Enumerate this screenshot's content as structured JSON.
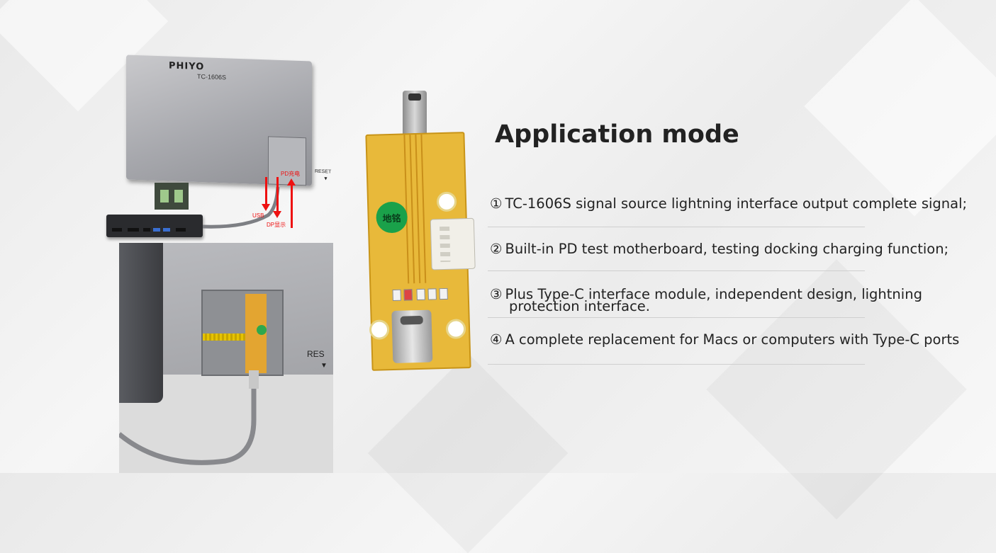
{
  "device": {
    "brand": "PHIYO",
    "model": "TC-1606S",
    "reset_label": "RESET",
    "reset_label_closeup": "RES",
    "red_label_charge": "PD充电",
    "red_label_usb": "USB",
    "red_label_dp": "DP显示"
  },
  "pcb": {
    "stamp_text": "地铭"
  },
  "panel": {
    "title": "Application mode",
    "items": [
      {
        "num": "①",
        "text": "TC-1606S signal source lightning interface output complete signal;"
      },
      {
        "num": "②",
        "text": "Built-in PD test motherboard, testing docking charging function;"
      },
      {
        "num": "③",
        "text": "Plus Type-C interface module, independent design, lightning",
        "cont": "protection interface."
      },
      {
        "num": "④",
        "text": "A complete replacement for Macs or computers with Type-C ports"
      }
    ]
  },
  "colors": {
    "accent_red": "#ee1111",
    "pcb_yellow": "#e8b93a",
    "stamp_green": "#1aa14a"
  }
}
